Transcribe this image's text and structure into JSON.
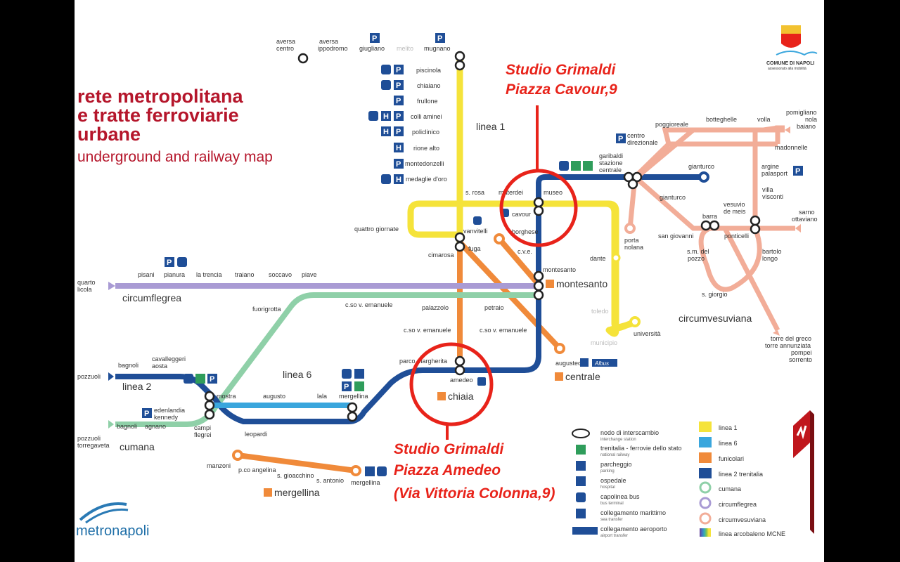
{
  "title": {
    "line1": "rete metropolitana",
    "line2": "e tratte ferroviarie",
    "line3": "urbane",
    "subtitle": "underground and railway map"
  },
  "brand": {
    "comune_line1": "COMUNE DI NAPOLI",
    "comune_line2": "assessorato alla mobilità",
    "logo": "metronapoli"
  },
  "callouts": [
    {
      "line1": "Studio Grimaldi",
      "line2": "Piazza Cavour,9"
    },
    {
      "line1": "Studio Grimaldi",
      "line2": "Piazza Amedeo",
      "line3": "(Via Vittoria Colonna,9)"
    }
  ],
  "line_names": {
    "linea1": "linea 1",
    "linea2": "linea 2",
    "linea6": "linea 6",
    "circumflegrea": "circumflegrea",
    "cumana": "cumana",
    "circumvesuviana": "circumvesuviana"
  },
  "stations": {
    "aversa_centro_1": "aversa",
    "aversa_centro_2": "centro",
    "aversa_ipp_1": "aversa",
    "aversa_ipp_2": "ippodromo",
    "giugliano": "giugliano",
    "melito": "melito",
    "mugnano": "mugnano",
    "piscinola": "piscinola",
    "chiaiano": "chiaiano",
    "frullone": "frullone",
    "colli_aminei": "colli aminei",
    "policlinico": "policlinico",
    "rione_alto": "rione alto",
    "montedonzelli": "montedonzelli",
    "medaglie_doro": "medaglie d'oro",
    "s_rosa": "s. rosa",
    "materdei": "materdei",
    "museo": "museo",
    "cavour": "cavour",
    "borghese": "borghese",
    "quattro_giornate": "quattro giornate",
    "vanvitelli": "vanvitelli",
    "fuga": "fuga",
    "cimarosa": "cimarosa",
    "cve": "c.v.e.",
    "montesanto_small": "montesanto",
    "montesanto_big": "montesanto",
    "dante": "dante",
    "toledo": "toledo",
    "municipio": "municipio",
    "universita": "università",
    "porta_nolana_1": "porta",
    "porta_nolana_2": "nolana",
    "garibaldi_1": "garibaldi",
    "garibaldi_2": "stazione",
    "garibaldi_3": "centrale",
    "centro_dir_1": "centro",
    "centro_dir_2": "direzionale",
    "poggioreale": "poggioreale",
    "botteghelle": "botteghelle",
    "volla": "volla",
    "pomigliano_1": "pomigliano",
    "pomigliano_2": "nola",
    "pomigliano_3": "baiano",
    "madonnelle": "madonnelle",
    "argine_1": "argine",
    "argine_2": "palasport",
    "villa_visconti_1": "villa",
    "villa_visconti_2": "visconti",
    "gianturco_a": "gianturco",
    "gianturco_b": "gianturco",
    "barra": "barra",
    "san_giovanni": "san giovanni",
    "vesuvio_1": "vesuvio",
    "vesuvio_2": "de meis",
    "ponticelli": "ponticelli",
    "sarno_1": "sarno",
    "sarno_2": "ottaviano",
    "smdelpozzo_1": "s.m. del",
    "smdelpozzo_2": "pozzo",
    "bartolo_1": "bartolo",
    "bartolo_2": "longo",
    "s_giorgio": "s. giorgio",
    "torre_1": "torre del greco",
    "torre_2": "torre annunziata",
    "torre_3": "pompei",
    "torre_4": "sorrento",
    "quarto_1": "quarto",
    "quarto_2": "licola",
    "pisani": "pisani",
    "pianura": "pianura",
    "la_trencia": "la trencia",
    "traiano": "traiano",
    "soccavo": "soccavo",
    "piave": "piave",
    "fuorigrotta": "fuorigrotta",
    "cso_ve_1": "c.so v. emanuele",
    "palazzolo": "palazzolo",
    "petraio": "petraio",
    "cso_ve_2": "c.so v. emanuele",
    "cso_ve_3": "c.so v. emanuele",
    "augusteo": "augusteo",
    "centrale": "centrale",
    "parco_margherita": "parco margherita",
    "amedeo": "amedeo",
    "chiaia": "chiaia",
    "pozzuoli": "pozzuoli",
    "bagnoli_1": "bagnoli",
    "cavalleggeri_1": "cavalleggeri",
    "cavalleggeri_2": "aosta",
    "mostra": "mostra",
    "augusto": "augusto",
    "lala": "lala",
    "mergellina_l6": "mergellina",
    "edenlandia_1": "edenlandia",
    "edenlandia_2": "kennedy",
    "campi_1": "campi",
    "campi_2": "flegrei",
    "leopardi": "leopardi",
    "bagnoli_2": "bagnoli",
    "agnano": "agnano",
    "pozzuoli_tg_1": "pozzuoli",
    "pozzuoli_tg_2": "torregaveta",
    "manzoni": "manzoni",
    "pco_angelina": "p.co angelina",
    "s_gioacchino": "s. gioacchino",
    "s_antonio": "s. antonio",
    "mergellina_f": "mergellina",
    "mergellina_big": "mergellina",
    "albus": "Albus"
  },
  "legend": {
    "left": [
      {
        "icon": "interchange-icon",
        "label": "nodo di interscambio",
        "sub": "interchange station"
      },
      {
        "icon": "trenitalia-icon",
        "label": "trenitalia - ferrovie dello stato",
        "sub": "national railway"
      },
      {
        "icon": "parking-icon",
        "label": "parcheggio",
        "sub": "parking"
      },
      {
        "icon": "hospital-icon",
        "label": "ospedale",
        "sub": "hospital"
      },
      {
        "icon": "bus-icon",
        "label": "capolinea bus",
        "sub": "bus terminal"
      },
      {
        "icon": "ferry-icon",
        "label": "collegamento marittimo",
        "sub": "sea transfer"
      },
      {
        "icon": "airport-bus-icon",
        "label": "collegamento aeroporto",
        "sub": "airport transfer"
      }
    ],
    "right": [
      {
        "icon": "L1",
        "label": "linea 1",
        "color": "#f4e500"
      },
      {
        "icon": "L6",
        "label": "linea 6",
        "color": "#3aa6dd"
      },
      {
        "icon": "funicular-icon",
        "label": "funicolari",
        "color": "#f08a24"
      },
      {
        "icon": "L2",
        "label": "linea 2 trenitalia",
        "color": "#1c4f9c"
      },
      {
        "icon": "cumana-icon",
        "label": "cumana",
        "color": "#7ec8a0"
      },
      {
        "icon": "circumflegrea-icon",
        "label": "circumflegrea",
        "color": "#a89ad0"
      },
      {
        "icon": "circumvesuviana-icon",
        "label": "circumvesuviana",
        "color": "#f2a48c"
      },
      {
        "icon": "rainbow-icon",
        "label": "linea arcobaleno MCNE",
        "color": "#e8231a"
      }
    ],
    "marker_glyph": "P",
    "hospital_glyph": "H"
  },
  "colors": {
    "linea1": "#f5e33a",
    "linea2": "#1f4e97",
    "linea6": "#3aa6dd",
    "funicular": "#f08a3a",
    "cumana": "#8fd0a8",
    "circumflegrea": "#a99bd4",
    "circumvesuviana": "#f2ad98",
    "callout": "#e8231a",
    "title": "#b5162b"
  }
}
